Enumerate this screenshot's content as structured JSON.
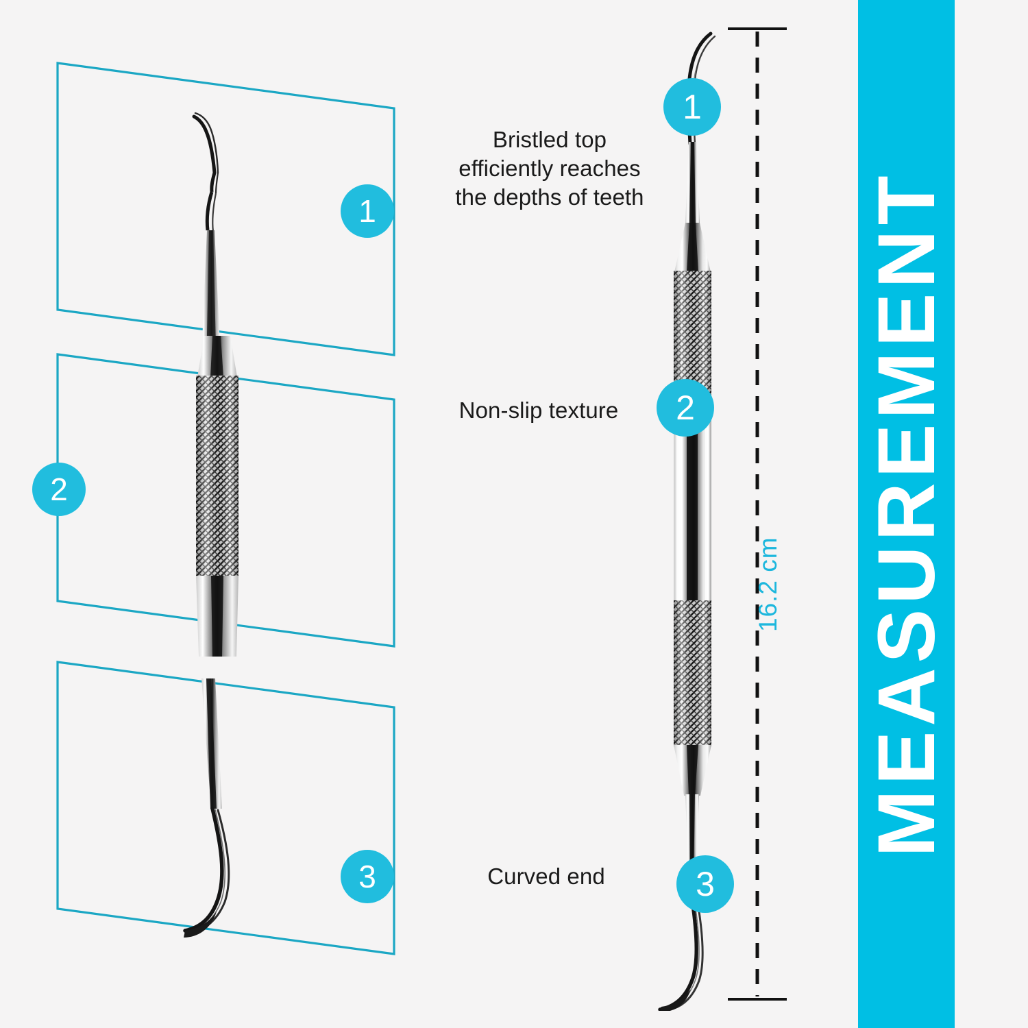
{
  "background_color": "#f5f4f4",
  "accent_color": "#00bfe4",
  "badge_color": "#21bdde",
  "panel_outline_color": "#1ba7c4",
  "dimension_label_color": "#1db7dd",
  "banner": {
    "text": "MEASUREMENT",
    "background_color": "#00bfe4",
    "text_color": "#ffffff"
  },
  "dimension": {
    "value": "16.2 cm",
    "color": "#1db7dd",
    "line_style": "dashed"
  },
  "features": [
    {
      "number": "1",
      "caption": "Bristled top\nefficiently reaches\nthe depths of teeth",
      "caption_line1": "Bristled top",
      "caption_line2": "efficiently reaches",
      "caption_line3": "the depths of teeth",
      "panel_name": "detail-panel-bristled-top",
      "badge_side": "right"
    },
    {
      "number": "2",
      "caption": "Non-slip texture",
      "caption_line1": "Non-slip texture",
      "panel_name": "detail-panel-non-slip-texture",
      "badge_side": "left"
    },
    {
      "number": "3",
      "caption": "Curved end",
      "caption_line1": "Curved end",
      "panel_name": "detail-panel-curved-end",
      "badge_side": "right"
    }
  ],
  "product": {
    "name": "double-ended-dental-scaler",
    "parts": [
      "bristled-hook-tip",
      "knurled-grip-upper",
      "polished-band",
      "knurled-grip-lower",
      "curved-hook-tip"
    ]
  }
}
